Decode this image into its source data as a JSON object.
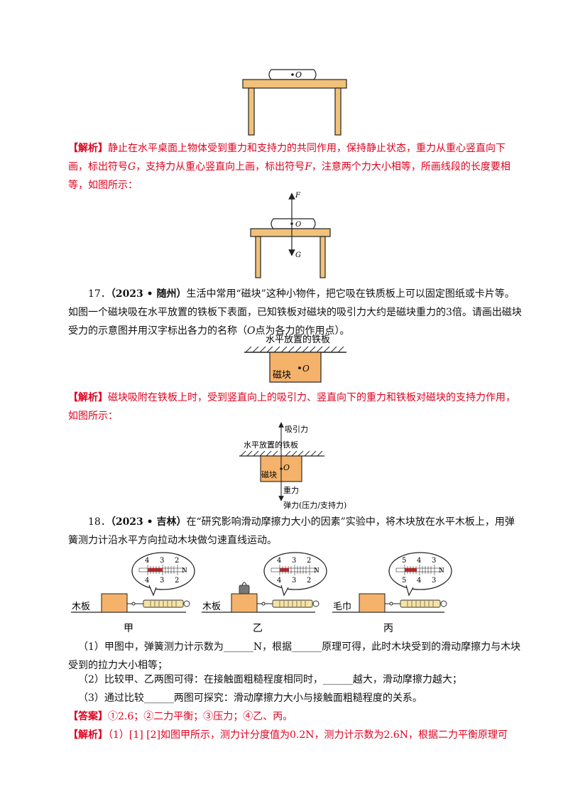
{
  "fig1": {
    "point_label": "O"
  },
  "analysis16": {
    "tag": "【解析】",
    "text_a": "静止在水平桌面上物体受到重力和支持力的共同作用，保持静止状态，重力从重心竖直向下画，标出符号",
    "sym_g": "G",
    "text_b": "，支持力从重心竖直向上画，标出符号",
    "sym_f": "F",
    "text_c": "，注意两个力大小相等，所画线段的长度要相等，如图所示："
  },
  "fig2": {
    "f_label": "F",
    "o_label": "O",
    "g_label": "G"
  },
  "q17": {
    "num": "17．",
    "source": "（2023 • 随州）",
    "text_a": "生活中常用“磁块”这种小物件，把它吸在铁质板上可以固定图纸或卡片等。如图一个磁块吸在水平放置的铁板下表面，已知铁板对磁块的吸引力大约是磁块重力的3倍。请画出磁块受力的示意图并用汉字标出各力的名称（",
    "sym_o": "O",
    "text_b": "点为各力的作用点）。"
  },
  "fig3": {
    "plate_label": "水平放置的铁板",
    "block_label": "磁块",
    "o_label": "O"
  },
  "analysis17": {
    "tag": "【解析】",
    "text": "磁块吸附在铁板上时，受到竖直向上的吸引力、竖直向下的重力和铁板对磁块的支持力作用，如图所示："
  },
  "fig4": {
    "attract_label": "吸引力",
    "plate_label": "水平放置的铁板",
    "block_label": "磁块",
    "o_label": "O",
    "gravity_label": "重力",
    "support_label": "弹力(压力/支持力)"
  },
  "q18": {
    "num": "18．",
    "source": "（2023 • 吉林）",
    "text": "在“研究影响滑动摩擦力大小的因素”实验中，将木块放在水平木板上，用弹簧测力计沿水平方向拉动木块做匀速直线运动。"
  },
  "fig5": {
    "panels": [
      {
        "surface": "木板",
        "caption": "甲"
      },
      {
        "surface": "木板",
        "caption": "乙"
      },
      {
        "surface": "毛巾",
        "caption": "丙"
      }
    ],
    "unit": "N",
    "scale_1": [
      "4",
      "3",
      "2"
    ],
    "scale_2": [
      "4",
      "3",
      "2"
    ],
    "scale_3": [
      "5",
      "4",
      "3"
    ]
  },
  "sub1": {
    "a": "（1）甲图中，弹簧测力计示数为",
    "blank1": "______",
    "b": "N，根据",
    "blank2": "______",
    "c": "原理可得，此时木块受到的滑动摩擦力与木块受到的拉力大小相等；"
  },
  "sub2": {
    "a": "（2）比较甲、乙两图可得：在接触面粗糙程度相同时，",
    "blank": "______",
    "b": "越大，滑动摩擦力越大；"
  },
  "sub3": {
    "a": "（3）通过比较",
    "blank": "______",
    "b": "两图可探究：滑动摩擦力大小与接触面粗糙程度的关系。"
  },
  "answer": {
    "tag": "【答案】",
    "text": "①2.6；②二力平衡；③压力；④乙、丙。"
  },
  "analysis18": {
    "tag": "【解析】",
    "text": "（1）[1] [2]如图甲所示，测力计分度值为0.2N，测力计示数为2.6N，根据二力平衡原理可"
  }
}
